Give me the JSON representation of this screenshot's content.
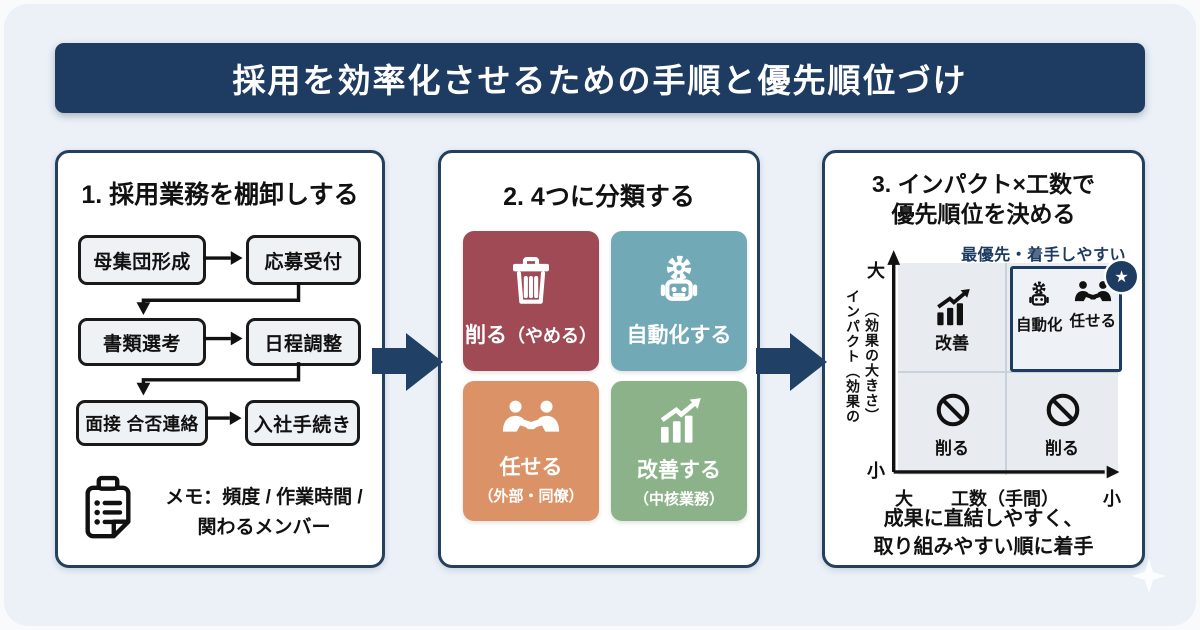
{
  "page_title": "採用を効率化させるための手順と優先順位づけ",
  "colors": {
    "banner_navy": "#1e3c61",
    "panel_border_navy": "#24405f",
    "block_arrow_navy": "#204066",
    "card_cut_red": "#a04a56",
    "card_automate_teal": "#72a9b6",
    "card_delegate_orange": "#db9266",
    "card_improve_green": "#8cb289",
    "matrix_quadrant_bg": "#e8ecf1",
    "page_bg": "#ecf1f7"
  },
  "step1": {
    "title": "1. 採用業務を棚卸しする",
    "boxes": [
      "母集団形成",
      "応募受付",
      "書類選考",
      "日程調整",
      "面接 合否連絡",
      "入社手続き"
    ],
    "memo": {
      "icon": "memo-note-icon",
      "line1": "メモ：頻度 / 作業時間 /",
      "line2": "関わるメンバー"
    }
  },
  "step2": {
    "title": "2. 4つに分類する",
    "cards": [
      {
        "icon": "trash-icon",
        "label": "削る",
        "sublabel": "（やめる）",
        "color": "#a04a56"
      },
      {
        "icon": "robot-gear-icon",
        "label": "自動化する",
        "sublabel": "",
        "color": "#72a9b6"
      },
      {
        "icon": "handshake-icon",
        "label": "任せる",
        "sublabel": "（外部・同僚）",
        "color": "#db9266"
      },
      {
        "icon": "growth-chart-icon",
        "label": "改善する",
        "sublabel": "（中核業務）",
        "color": "#8cb289"
      }
    ]
  },
  "step3": {
    "title_line1": "3. インパクト×工数で",
    "title_line2": "優先順位を決める",
    "priority_label": "最優先・着手しやすい",
    "star_icon": "star-badge-icon",
    "matrix": {
      "y_top": "大",
      "y_bottom": "小",
      "y_axis_label_col_right": "（効果の大きさ）",
      "y_axis_label_col_left": "インパクト（効果の",
      "x_left": "大",
      "x_right": "小",
      "x_label": "工数（手間）",
      "q_top_left": {
        "icon": "growth-chart-icon",
        "label": "改善"
      },
      "q_top_right_a": {
        "icon": "robot-gear-icon",
        "label": "自動化"
      },
      "q_top_right_b": {
        "icon": "handshake-icon",
        "label": "任せる"
      },
      "q_bottom_left": {
        "icon": "no-sign-icon",
        "label": "削る"
      },
      "q_bottom_right": {
        "icon": "no-sign-icon",
        "label": "削る"
      }
    },
    "caption_line1": "成果に直結しやすく、",
    "caption_line2": "取り組みやすい順に着手"
  }
}
